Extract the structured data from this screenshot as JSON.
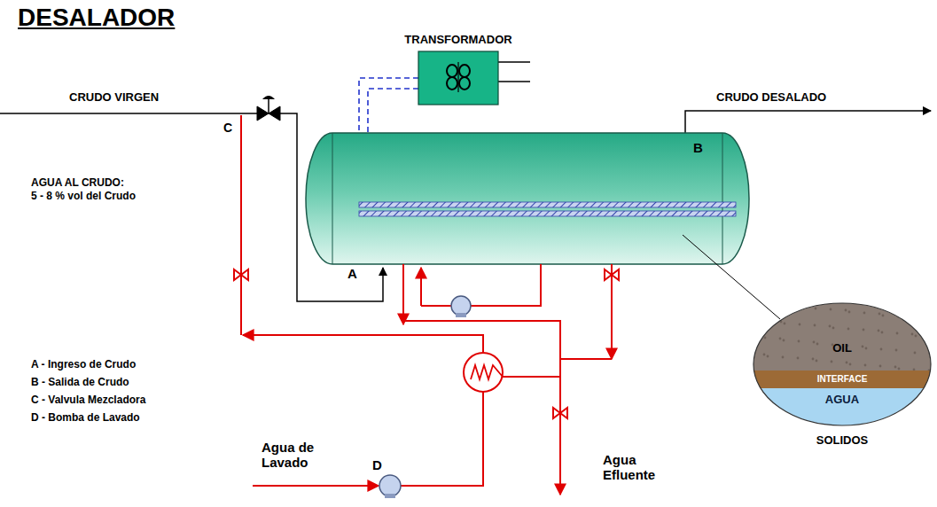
{
  "diagram": {
    "title": "DESALADOR",
    "nodes": [
      {
        "text": [
          "TRANSFORMADOR"
        ]
      },
      {
        "text": [
          "OIL",
          "INTERFACE",
          "AGUA",
          "SOLIDOS"
        ]
      }
    ],
    "labels": [
      "CRUDO VIRGEN",
      "C",
      "CRUDO DESALADO",
      "B",
      "AGUA AL CRUDO:",
      "5 - 8 % vol del Crudo",
      "A",
      "A - Ingreso de Crudo",
      "B - Salida de Crudo",
      "C - Valvula Mezcladora",
      "D - Bomba de Lavado",
      "Agua de Lavado",
      "D",
      "Agua Efluente"
    ]
  }
}
